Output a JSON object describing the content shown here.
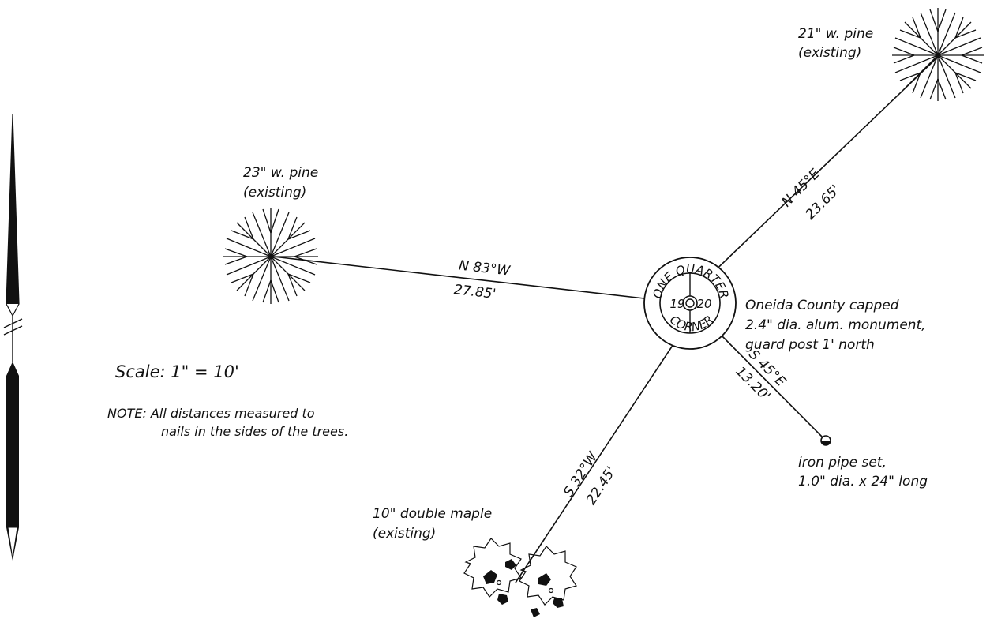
{
  "trees": {
    "pine_ne": {
      "line1": "21\" w. pine",
      "line2": "(existing)",
      "icon": "pine-tree-icon"
    },
    "pine_w": {
      "line1": "23\" w. pine",
      "line2": "(existing)",
      "icon": "pine-tree-icon"
    },
    "maple_s": {
      "line1": "10\" double maple",
      "line2": "(existing)",
      "icon": "maple-tree-icon"
    }
  },
  "bearings": {
    "ne": {
      "bearing": "N 45°E",
      "distance": "23.65'"
    },
    "w": {
      "bearing": "N 83°W",
      "distance": "27.85'"
    },
    "sw": {
      "bearing": "S 32°W",
      "distance": "22.45'"
    },
    "se": {
      "bearing": "S 45°E",
      "distance": "13.20'"
    }
  },
  "monument": {
    "ring_top": "ONE QUARTER",
    "ring_bottom": "CORNER",
    "section_left": "19",
    "section_right": "20",
    "description": [
      "Oneida County capped",
      "2.4\" dia. alum. monument,",
      "guard post 1' north"
    ]
  },
  "pipe": {
    "line1": "iron pipe set,",
    "line2": "1.0\" dia. x 24\" long"
  },
  "scale": {
    "text": "Scale: 1\" = 10'"
  },
  "note": {
    "line1": "NOTE: All distances measured to",
    "line2": "nails in the sides of the trees."
  },
  "north_arrow": {
    "icon": "north-arrow-icon"
  },
  "colors": {
    "ink": "#111111",
    "paper": "#ffffff"
  }
}
